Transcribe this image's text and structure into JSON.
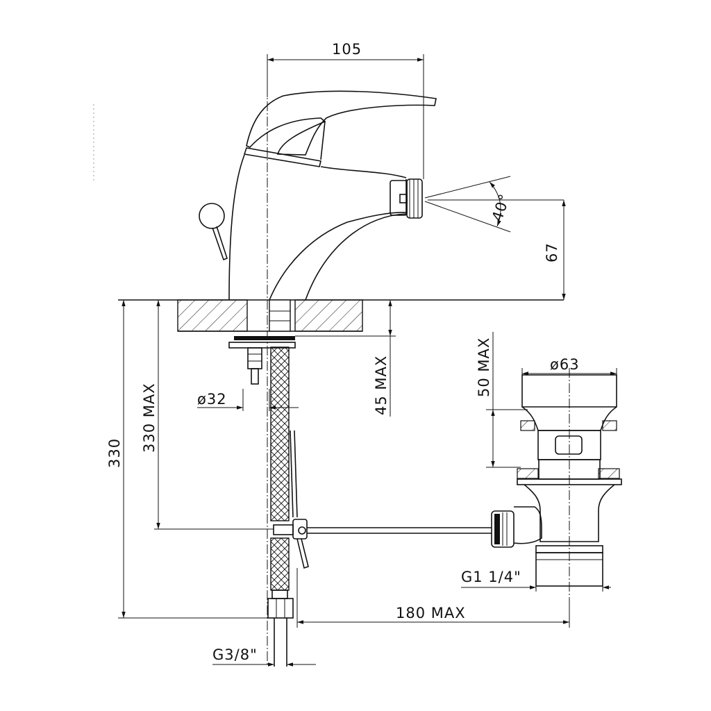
{
  "dimensions": {
    "top_width": "105",
    "spray_angle": "40°",
    "spout_height": "67",
    "pipe_diameter": "ø32",
    "deck_thickness": "45 MAX",
    "total_height": "330",
    "hose_max": "330 MAX",
    "drain_height": "50 MAX",
    "drain_diameter": "ø63",
    "drain_thread": "G1 1/4\"",
    "rod_length": "180 MAX",
    "supply_thread": "G3/8\""
  }
}
